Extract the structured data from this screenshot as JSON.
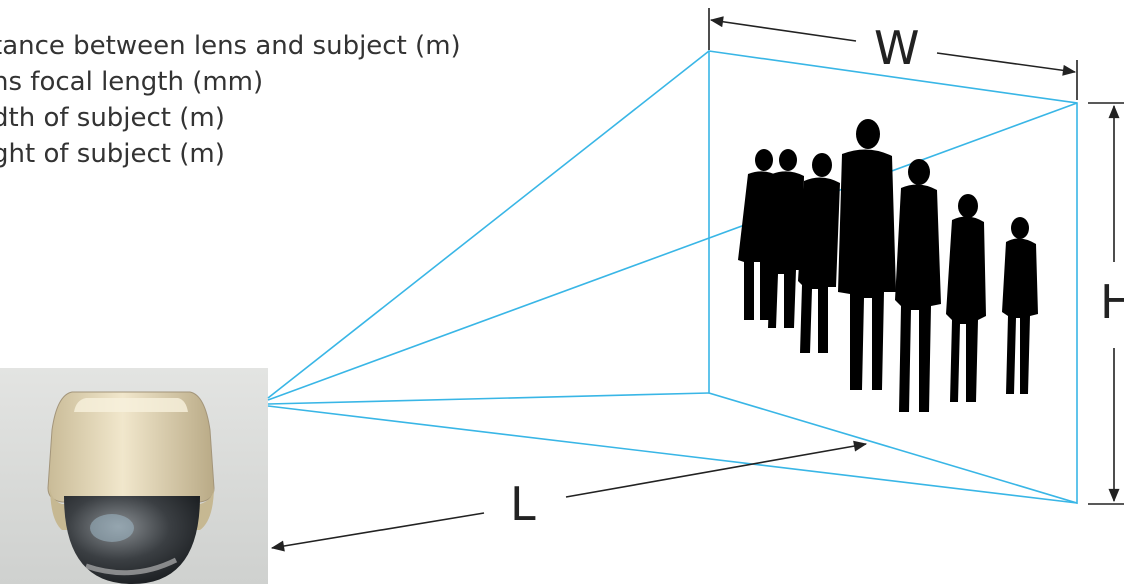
{
  "legend": [
    "tance between lens and subject (m)",
    "ns focal length (mm)",
    "dth of subject (m)",
    "ght of subject (m)"
  ],
  "dimensions": {
    "width_label": "W",
    "height_label": "H",
    "distance_label": "L"
  },
  "colors": {
    "frustum_lines": "#39b6e6",
    "dimension_lines": "#222222",
    "silhouettes": "#000000"
  },
  "icons": [
    "dome-camera-icon",
    "people-silhouette-icon"
  ]
}
